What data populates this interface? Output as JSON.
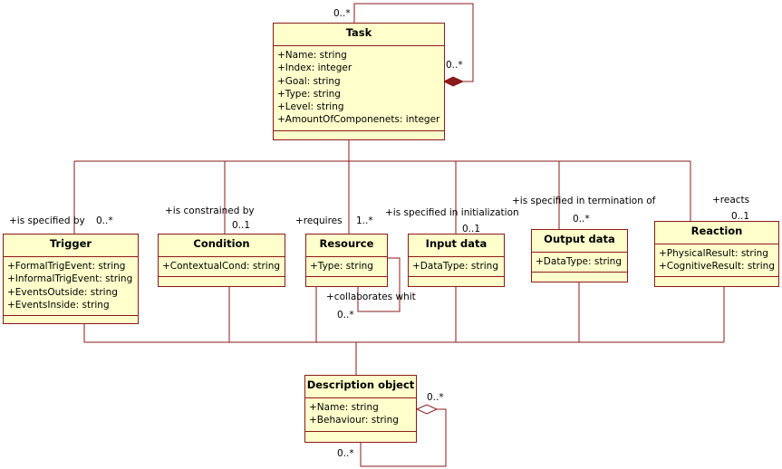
{
  "classes": {
    "task": {
      "name": "Task",
      "attributes": [
        "+Name: string",
        "+Index: integer",
        "+Goal: string",
        "+Type: string",
        "+Level: string",
        "+AmountOfComponenets: integer"
      ]
    },
    "trigger": {
      "name": "Trigger",
      "attributes": [
        "+FormalTrigEvent: string",
        "+InformalTrigEvent: string",
        "+EventsOutside: string",
        "+EventsInside: string"
      ]
    },
    "condition": {
      "name": "Condition",
      "attributes": [
        "+ContextualCond: string"
      ]
    },
    "resource": {
      "name": "Resource",
      "attributes": [
        "+Type: string"
      ]
    },
    "input_data": {
      "name": "Input data",
      "attributes": [
        "+DataType: string"
      ]
    },
    "output_data": {
      "name": "Output data",
      "attributes": [
        "+DataType: string"
      ]
    },
    "reaction": {
      "name": "Reaction",
      "attributes": [
        "+PhysicalResult: string",
        "+CognitiveResult: string"
      ]
    },
    "description_object": {
      "name": "Description object",
      "attributes": [
        "+Name: string",
        "+Behaviour: string"
      ]
    }
  },
  "labels": {
    "task_self_top": "0..*",
    "task_self_right": "0..*",
    "trigger_role": "+is specified by",
    "trigger_mult": "0..*",
    "condition_role": "+is constrained by",
    "condition_mult": "0..1",
    "resource_role": "+requires",
    "resource_mult": "1..*",
    "input_role": "+is specified in initialization",
    "input_mult": "0..1",
    "output_role": "+is specified in termination of",
    "output_mult": "0..*",
    "reaction_role": "+reacts",
    "reaction_mult": "0..1",
    "resource_self_role": "+collaborates whit",
    "resource_self_mult": "0..*",
    "desc_self_right": "0..*",
    "desc_self_bottom": "0..*"
  },
  "colors": {
    "line": "#8b1a1a",
    "fill": "#ffffcc"
  }
}
